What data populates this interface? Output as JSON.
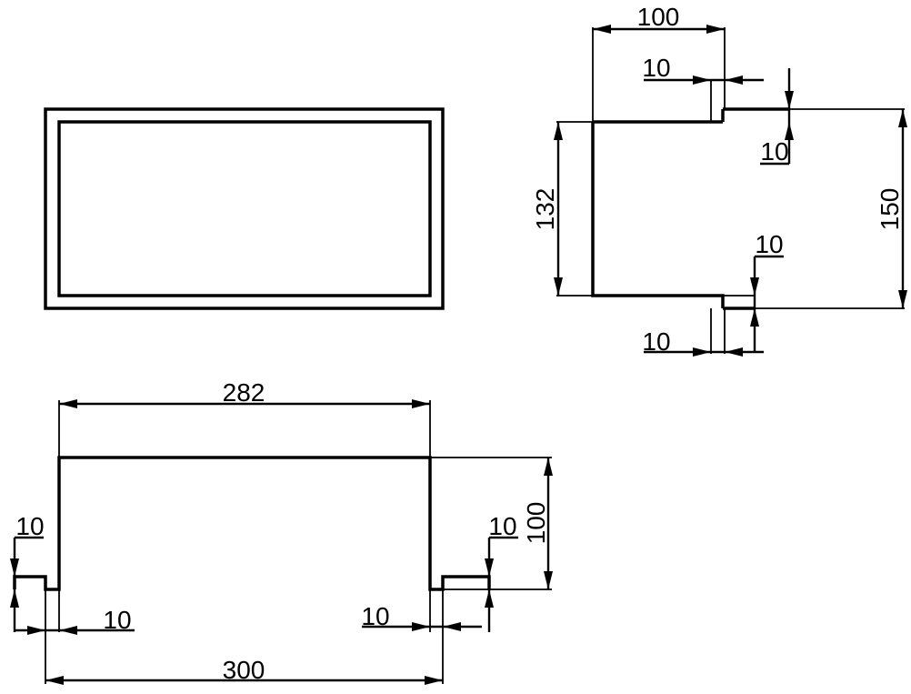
{
  "drawing": {
    "stroke_color": "#000000",
    "background": "#ffffff",
    "top_view": {},
    "side_view": {
      "flange_width": "100",
      "flange_thickness_top": "10",
      "flange_height_top": "10",
      "inner_height": "132",
      "outer_height": "150",
      "flange_height_bottom": "10",
      "flange_thickness_bottom": "10"
    },
    "front_view": {
      "inner_width": "282",
      "height": "100",
      "flange_height_left": "10",
      "flange_width_left": "10",
      "flange_height_right": "10",
      "flange_width_right": "10",
      "outer_width": "300"
    }
  }
}
